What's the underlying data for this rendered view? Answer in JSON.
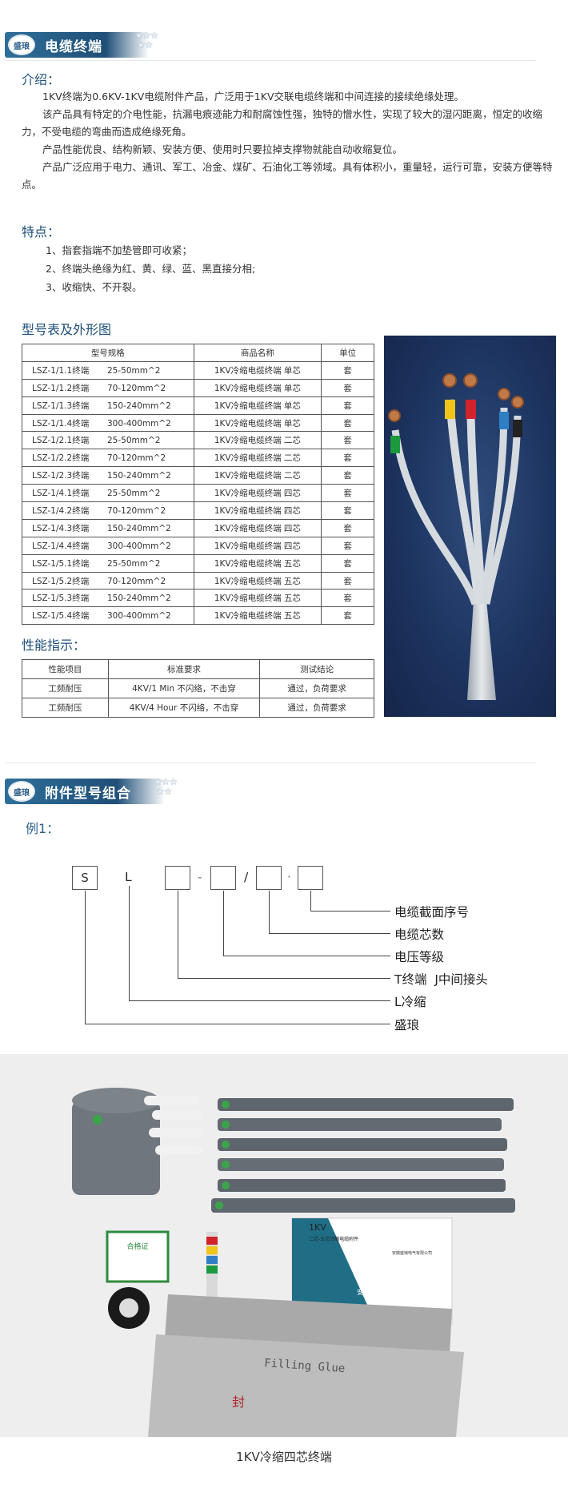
{
  "section1": {
    "logo_text": "盛琅",
    "title": "电缆终端"
  },
  "intro": {
    "heading": "介绍：",
    "paragraphs": [
      "1KV终端为0.6KV-1KV电缆附件产品，广泛用于1KV交联电缆终端和中间连接的接续绝缘处理。",
      "该产品具有特定的介电性能，抗漏电痕迹能力和耐腐蚀性强，独特的憎水性，实现了较大的湿闪距离，恒定的收缩力，不受电缆的弯曲而造成绝缘死角。",
      "产品性能优良、结构新颖、安装方便、使用时只要拉掉支撑物就能自动收缩复位。",
      "产品广泛应用于电力、通讯、军工、冶金、煤矿、石油化工等领域。具有体积小，重量轻，运行可靠，安装方便等特点。"
    ]
  },
  "features": {
    "heading": "特点：",
    "items": [
      "1、指套指端不加垫管即可收紧；",
      "2、终端头绝缘为红、黄、绿、蓝、黑直接分相;",
      "3、收缩快、不开裂。"
    ]
  },
  "model_table": {
    "heading": "型号表及外形图",
    "headers": [
      "型号规格",
      "商品名称",
      "单位"
    ],
    "rows": [
      {
        "model": "LSZ-1/1.1终端",
        "size": "25-50mm^2",
        "name": "1KV冷缩电缆终端 单芯",
        "unit": "套"
      },
      {
        "model": "LSZ-1/1.2终端",
        "size": "70-120mm^2",
        "name": "1KV冷缩电缆终端 单芯",
        "unit": "套"
      },
      {
        "model": "LSZ-1/1.3终端",
        "size": "150-240mm^2",
        "name": "1KV冷缩电缆终端 单芯",
        "unit": "套"
      },
      {
        "model": "LSZ-1/1.4终端",
        "size": "300-400mm^2",
        "name": "1KV冷缩电缆终端 单芯",
        "unit": "套"
      },
      {
        "model": "LSZ-1/2.1终端",
        "size": "25-50mm^2",
        "name": "1KV冷缩电缆终端 二芯",
        "unit": "套"
      },
      {
        "model": "LSZ-1/2.2终端",
        "size": "70-120mm^2",
        "name": "1KV冷缩电缆终端 二芯",
        "unit": "套"
      },
      {
        "model": "LSZ-1/2.3终端",
        "size": "150-240mm^2",
        "name": "1KV冷缩电缆终端 二芯",
        "unit": "套"
      },
      {
        "model": "LSZ-1/4.1终端",
        "size": "25-50mm^2",
        "name": "1KV冷缩电缆终端 四芯",
        "unit": "套"
      },
      {
        "model": "LSZ-1/4.2终端",
        "size": "70-120mm^2",
        "name": "1KV冷缩电缆终端 四芯",
        "unit": "套"
      },
      {
        "model": "LSZ-1/4.3终端",
        "size": "150-240mm^2",
        "name": "1KV冷缩电缆终端 四芯",
        "unit": "套"
      },
      {
        "model": "LSZ-1/4.4终端",
        "size": "300-400mm^2",
        "name": "1KV冷缩电缆终端 四芯",
        "unit": "套"
      },
      {
        "model": "LSZ-1/5.1终端",
        "size": "25-50mm^2",
        "name": "1KV冷缩电缆终端 五芯",
        "unit": "套"
      },
      {
        "model": "LSZ-1/5.2终端",
        "size": "70-120mm^2",
        "name": "1KV冷缩电缆终端 五芯",
        "unit": "套"
      },
      {
        "model": "LSZ-1/5.3终端",
        "size": "150-240mm^2",
        "name": "1KV冷缩电缆终端 五芯",
        "unit": "套"
      },
      {
        "model": "LSZ-1/5.4终端",
        "size": "300-400mm^2",
        "name": "1KV冷缩电缆终端 五芯",
        "unit": "套"
      }
    ]
  },
  "perf_table": {
    "heading": "性能指示：",
    "headers": [
      "性能项目",
      "标准要求",
      "测试结论"
    ],
    "rows": [
      {
        "item": "工频耐压",
        "req": "4KV/1 Min 不闪络，不击穿",
        "result": "通过，负荷要求"
      },
      {
        "item": "工频耐压",
        "req": "4KV/4 Hour 不闪络，不击穿",
        "result": "通过，负荷要求"
      }
    ]
  },
  "section2": {
    "logo_text": "盛琅",
    "title": "附件型号组合"
  },
  "example": {
    "heading": "例1：",
    "code": {
      "c1": "S",
      "c2": "L",
      "sep1": "-",
      "sep2": "/",
      "sep3": "·"
    },
    "labels": [
      "电缆截面序号",
      "电缆芯数",
      "电压等级",
      "T终端  J中间接头",
      "L冷缩",
      "盛琅"
    ]
  },
  "kit_photo": {
    "manual_title": "1KV",
    "manual_sub": "二芯-五芯冷缩电缆附件",
    "manual_label": "安装说明书",
    "manual_company": "安徽盛琅电气有限公司",
    "cert_title": "合格证",
    "pouch_text": "Filling Glue",
    "pouch_seal": "封"
  },
  "caption": "1KV冷缩四芯终端"
}
